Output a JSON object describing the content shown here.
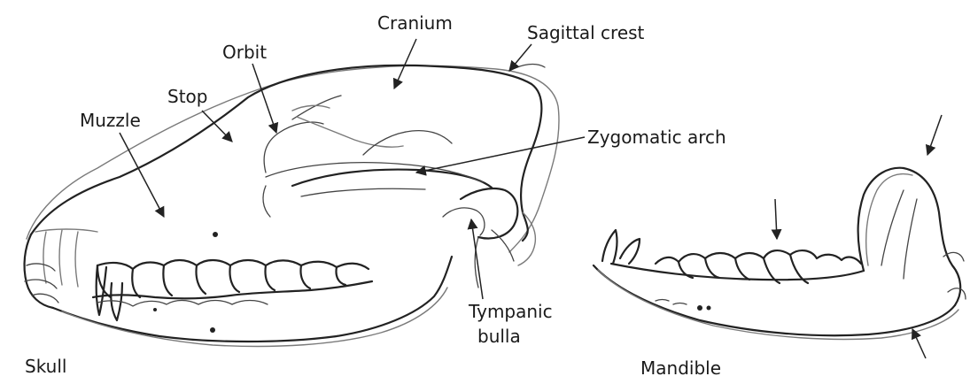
{
  "labels": {
    "cranium": "Cranium",
    "sagittal_crest": "Sagittal crest",
    "orbit": "Orbit",
    "stop": "Stop",
    "muzzle": "Muzzle",
    "zygomatic_arch": "Zygomatic arch",
    "tympanic_bulla_line1": "Tympanic",
    "tympanic_bulla_line2": "bulla",
    "skull": "Skull",
    "mandible": "Mandible"
  },
  "icons": {
    "skull": "dog-skull-lateral-drawing",
    "mandible": "dog-mandible-lateral-drawing"
  }
}
